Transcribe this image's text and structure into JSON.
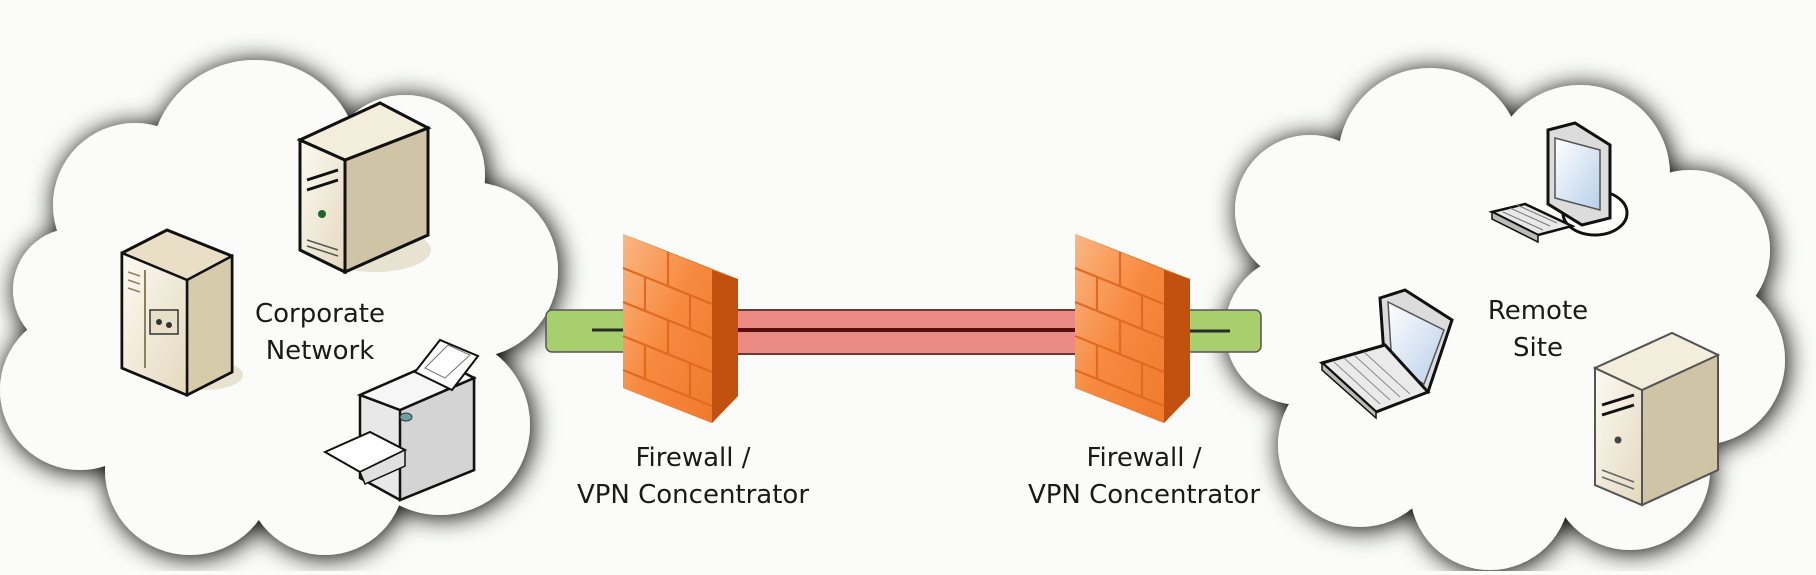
{
  "diagram": {
    "left_cloud": {
      "label_line1": "Corporate",
      "label_line2": "Network",
      "devices": [
        "tower-server-icon",
        "rack-server-icon",
        "printer-icon"
      ]
    },
    "right_cloud": {
      "label_line1": "Remote",
      "label_line2": "Site",
      "devices": [
        "desktop-computer-icon",
        "laptop-icon",
        "tower-server-icon"
      ]
    },
    "left_firewall": {
      "label_line1": "Firewall /",
      "label_line2": "VPN Concentrator"
    },
    "right_firewall": {
      "label_line1": "Firewall /",
      "label_line2": "VPN Concentrator"
    },
    "colors": {
      "cloud_fill": "#fbfcf9",
      "firewall": "#f7853a",
      "local_link": "#a8cf6e",
      "vpn_tunnel": "#ea8c84"
    }
  }
}
